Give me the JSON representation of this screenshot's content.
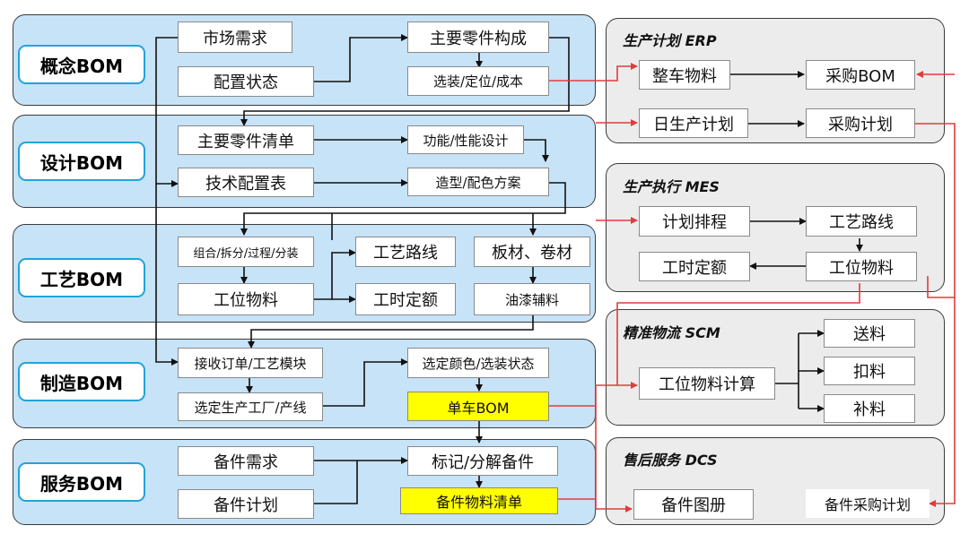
{
  "left": {
    "concept": {
      "label": "概念BOM",
      "market": "市场需求",
      "config": "配置状态",
      "main_parts": "主要零件构成",
      "options": "选装/定位/成本"
    },
    "design": {
      "label": "设计BOM",
      "part_list": "主要零件清单",
      "tech_config": "技术配置表",
      "function": "功能/性能设计",
      "styling": "造型/配色方案"
    },
    "process": {
      "label": "工艺BOM",
      "combine": "组合/拆分/过程/分装",
      "station_material": "工位物料",
      "route": "工艺路线",
      "quota": "工时定额",
      "sheet": "板材、卷材",
      "paint": "油漆辅料"
    },
    "manufacture": {
      "label": "制造BOM",
      "order": "接收订单/工艺模块",
      "factory": "选定生产工厂/产线",
      "color": "选定颜色/选装状态",
      "single_bom": "单车BOM"
    },
    "service": {
      "label": "服务BOM",
      "spare_demand": "备件需求",
      "spare_plan": "备件计划",
      "mark": "标记/分解备件",
      "spare_list": "备件物料清单"
    }
  },
  "right": {
    "erp": {
      "title": "生产计划 ERP",
      "vehicle_material": "整车物料",
      "purchase_bom": "采购BOM",
      "daily_plan": "日生产计划",
      "purchase_plan": "采购计划"
    },
    "mes": {
      "title": "生产执行 MES",
      "scheduling": "计划排程",
      "route": "工艺路线",
      "quota": "工时定额",
      "station_material": "工位物料"
    },
    "scm": {
      "title": "精准物流 SCM",
      "calc": "工位物料计算",
      "deliver": "送料",
      "deduct": "扣料",
      "supplement": "补料"
    },
    "dcs": {
      "title": "售后服务 DCS",
      "catalog": "备件图册",
      "spare_purchase": "备件采购计划"
    }
  },
  "colors": {
    "left_panel": "#c7e3f7",
    "label_border": "#22a3d8",
    "right_panel": "#ececec",
    "highlight": "#ffff00",
    "link_red": "#e03c3c",
    "arrow": "#111111"
  }
}
